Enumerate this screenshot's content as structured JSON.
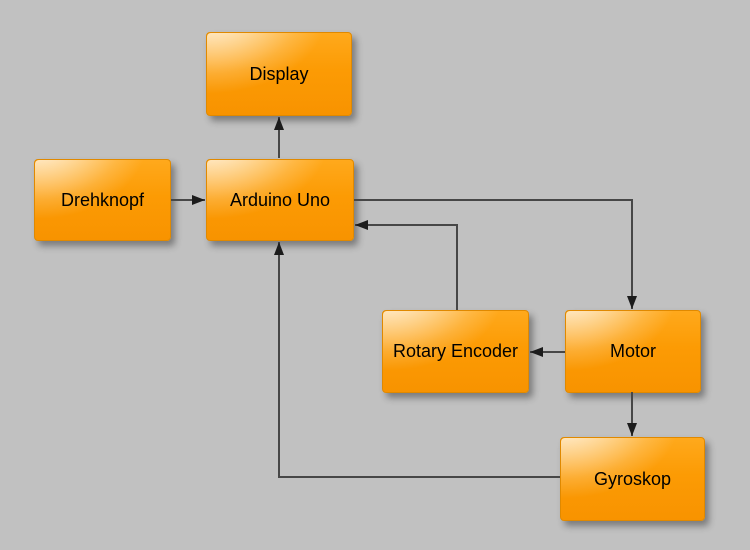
{
  "diagram": {
    "background_color": "#c1c1c1",
    "node_fill_color": "#fb9800",
    "node_border_color": "#e08900",
    "connector_color": "#474747",
    "arrowhead_color": "#1c1c1c",
    "text_color": "#000000",
    "nodes": [
      {
        "id": "display",
        "label": "Display"
      },
      {
        "id": "drehknopf",
        "label": "Drehknopf"
      },
      {
        "id": "arduino-uno",
        "label": "Arduino Uno"
      },
      {
        "id": "rotary-encoder",
        "label": "Rotary Encoder"
      },
      {
        "id": "motor",
        "label": "Motor"
      },
      {
        "id": "gyroskop",
        "label": "Gyroskop"
      }
    ],
    "edges": [
      {
        "from": "drehknopf",
        "to": "arduino-uno"
      },
      {
        "from": "arduino-uno",
        "to": "display"
      },
      {
        "from": "arduino-uno",
        "to": "motor"
      },
      {
        "from": "motor",
        "to": "rotary-encoder"
      },
      {
        "from": "rotary-encoder",
        "to": "arduino-uno"
      },
      {
        "from": "motor",
        "to": "gyroskop"
      },
      {
        "from": "gyroskop",
        "to": "arduino-uno"
      }
    ]
  }
}
